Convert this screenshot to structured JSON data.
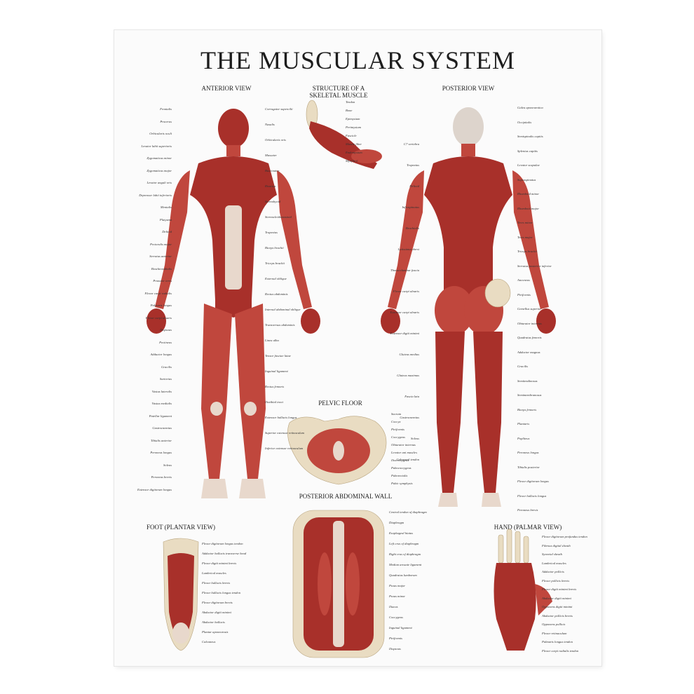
{
  "poster": {
    "title": "THE MUSCULAR SYSTEM",
    "sections": {
      "anterior": "ANTERIOR VIEW",
      "structure_line1": "STRUCTURE OF A",
      "structure_line2": "SKELETAL MUSCLE",
      "posterior": "POSTERIOR VIEW",
      "pelvic": "PELVIC FLOOR",
      "abdominal": "POSTERIOR ABDOMINAL WALL",
      "foot": "FOOT (PLANTAR VIEW)",
      "hand": "HAND (PALMAR VIEW)"
    },
    "labels": {
      "anterior_left": [
        "Frontalis",
        "Procerus",
        "Orbicularis oculi",
        "Levator labii superioris",
        "Zygomaticus minor",
        "Zygomaticus major",
        "Levator anguli oris",
        "Depressor labii inferioris",
        "Mentalis",
        "Platysma",
        "Deltoid",
        "Pectoralis major",
        "Serratus anterior",
        "Brachioradialis",
        "Pronator teres",
        "Flexor carpi radialis",
        "Palmaris longus",
        "Flexor carpi ulnaris",
        "Iliopsoas",
        "Pectineus",
        "Adductor longus",
        "Gracilis",
        "Sartorius",
        "Vastus lateralis",
        "Vastus medialis",
        "Patellar ligament",
        "Gastrocnemius",
        "Tibialis anterior",
        "Peroneus longus",
        "Soleus",
        "Peroneus brevis",
        "Extensor digitorum longus"
      ],
      "anterior_right": [
        "Corrugator supercilii",
        "Nasalis",
        "Orbicularis oris",
        "Masseter",
        "Buccinator",
        "Risorius",
        "Sternohyoid",
        "Sternocleidomastoid",
        "Trapezius",
        "Biceps brachii",
        "Triceps brachii",
        "External oblique",
        "Rectus abdominis",
        "Internal abdominal oblique",
        "Transversus abdominis",
        "Linea alba",
        "Tensor fasciae latae",
        "Inguinal ligament",
        "Rectus femoris",
        "Iliotibial tract",
        "Extensor hallucis longus",
        "Superior extensor retinaculum",
        "Inferior extensor retinaculum"
      ],
      "structure": [
        "Tendon",
        "Bone",
        "Epimysium",
        "Perimysium",
        "Fascicle",
        "Muscle fiber",
        "Endomysium",
        "Myofibril"
      ],
      "posterior_left": [
        "C7 vertebra",
        "Trapezius",
        "Deltoid",
        "Infraspinatus",
        "Brachialis",
        "Latissimus dorsi",
        "Thoracolumbar fascia",
        "Flexor carpi ulnaris",
        "Extensor carpi ulnaris",
        "Extensor digiti minimi",
        "Gluteus medius",
        "Gluteus maximus",
        "Fascia lata",
        "Gastrocnemius",
        "Soleus",
        "Calcaneal tendon"
      ],
      "posterior_right": [
        "Galea aponeurotica",
        "Occipitalis",
        "Semispinalis capitis",
        "Splenius capitis",
        "Levator scapulae",
        "Supraspinatus",
        "Rhomboid minor",
        "Rhomboid major",
        "Teres minor",
        "Teres major",
        "Triceps brachii",
        "Serratus posterior inferior",
        "Anconeus",
        "Piriformis",
        "Gemellus superior",
        "Obturator internus",
        "Quadratus femoris",
        "Adductor magnus",
        "Gracilis",
        "Semitendinosus",
        "Semimembranosus",
        "Biceps femoris",
        "Plantaris",
        "Popliteus",
        "Peroneus longus",
        "Tibialis posterior",
        "Flexor digitorum longus",
        "Flexor hallucis longus",
        "Peroneus brevis"
      ],
      "pelvic": [
        "Sacrum",
        "Coccyx",
        "Piriformis",
        "Coccygeus",
        "Obturator internus",
        "Levator ani muscles",
        "Iliococcygeus",
        "Pubococcygeus",
        "Puborectalis",
        "Pubic symphysis"
      ],
      "abdominal": [
        "Central tendon of diaphragm",
        "Diaphragm",
        "Esophageal hiatus",
        "Left crus of diaphragm",
        "Right crus of diaphragm",
        "Median arcuate ligament",
        "Quadratus lumborum",
        "Psoas major",
        "Psoas minor",
        "Iliacus",
        "Coccygeus",
        "Inguinal ligament",
        "Piriformis",
        "Iliopsoas"
      ],
      "foot": [
        "Flexor digitorum longus tendon",
        "Adductor hallucis transverse head",
        "Flexor digiti minimi brevis",
        "Lumbrical muscles",
        "Flexor hallucis brevis",
        "Flexor hallucis longus tendon",
        "Flexor digitorum brevis",
        "Abductor digiti minimi",
        "Abductor hallucis",
        "Plantar aponeurosis",
        "Calcaneus"
      ],
      "hand": [
        "Flexor digitorum profundus tendon",
        "Fibrous digital sheath",
        "Synovial sheath",
        "Lumbrical muscles",
        "Adductor pollicis",
        "Flexor pollicis brevis",
        "Flexor digiti minimi brevis",
        "Abductor digiti minimi",
        "Opponens digiti minimi",
        "Abductor pollicis brevis",
        "Opponens pollicis",
        "Flexor retinaculum",
        "Palmaris longus tendon",
        "Flexor carpi radialis tendon"
      ]
    },
    "colors": {
      "muscle": "#a8302a",
      "muscle_light": "#c0473d",
      "tendon": "#e8d8cc",
      "bone": "#e9dcc2",
      "background": "#fbfbfb"
    }
  }
}
